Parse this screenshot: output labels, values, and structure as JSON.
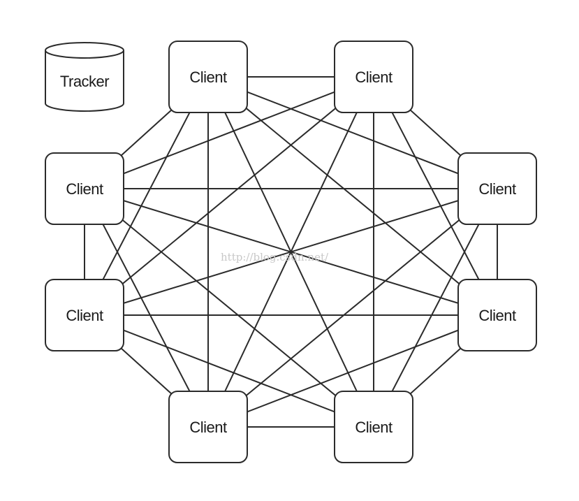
{
  "tracker": {
    "label": "Tracker"
  },
  "clients": [
    {
      "id": "c1",
      "label": "Client"
    },
    {
      "id": "c2",
      "label": "Client"
    },
    {
      "id": "c3",
      "label": "Client"
    },
    {
      "id": "c4",
      "label": "Client"
    },
    {
      "id": "c5",
      "label": "Client"
    },
    {
      "id": "c6",
      "label": "Client"
    },
    {
      "id": "c7",
      "label": "Client"
    },
    {
      "id": "c8",
      "label": "Client"
    }
  ],
  "connections": "full-mesh",
  "watermark": "http://blog.csdn.net/"
}
